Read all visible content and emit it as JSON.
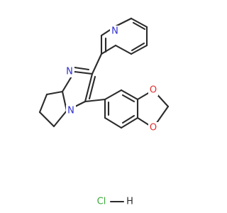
{
  "colors": {
    "bond": "#2b2b2b",
    "nitrogen": "#2f2fd0",
    "oxygen": "#e03030",
    "halogen": "#3aa83a",
    "hydrogen": "#2b2b2b"
  },
  "atoms": {
    "pyridine_n": "N",
    "imidazole_n_top": "N",
    "imidazole_n_bridge": "N",
    "dioxole_o_top": "O",
    "dioxole_o_bottom": "O",
    "salt_cl": "Cl",
    "salt_h": "H"
  }
}
